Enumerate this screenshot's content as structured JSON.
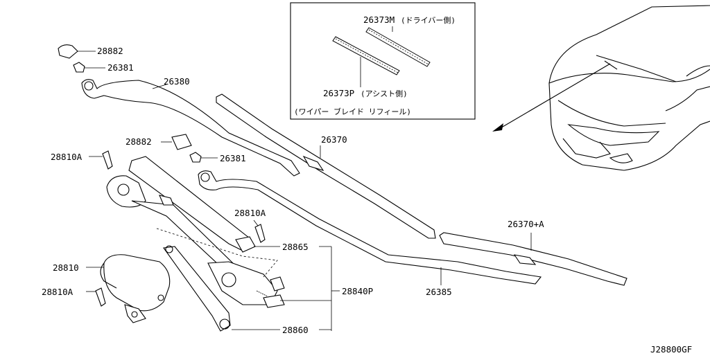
{
  "callouts": {
    "c28882_top": "28882",
    "c26381_top": "26381",
    "c26380": "26380",
    "c26373m": "26373M",
    "c26373m_note": "(ドライバー側)",
    "c26373p": "26373P",
    "c26373p_note": "(アシスト側)",
    "refill_caption": "(ワイパー ブレイド リフィール)",
    "c26370": "26370",
    "c28882_mid": "28882",
    "c26381_mid": "26381",
    "c28810a_top": "28810A",
    "c28810a_mid": "28810A",
    "c28865": "28865",
    "c28810": "28810",
    "c28840p": "28840P",
    "c28810a_bottom": "28810A",
    "c28860": "28860",
    "c26385": "26385",
    "c26370a": "26370+A"
  },
  "diagram_code": "J28800GF"
}
